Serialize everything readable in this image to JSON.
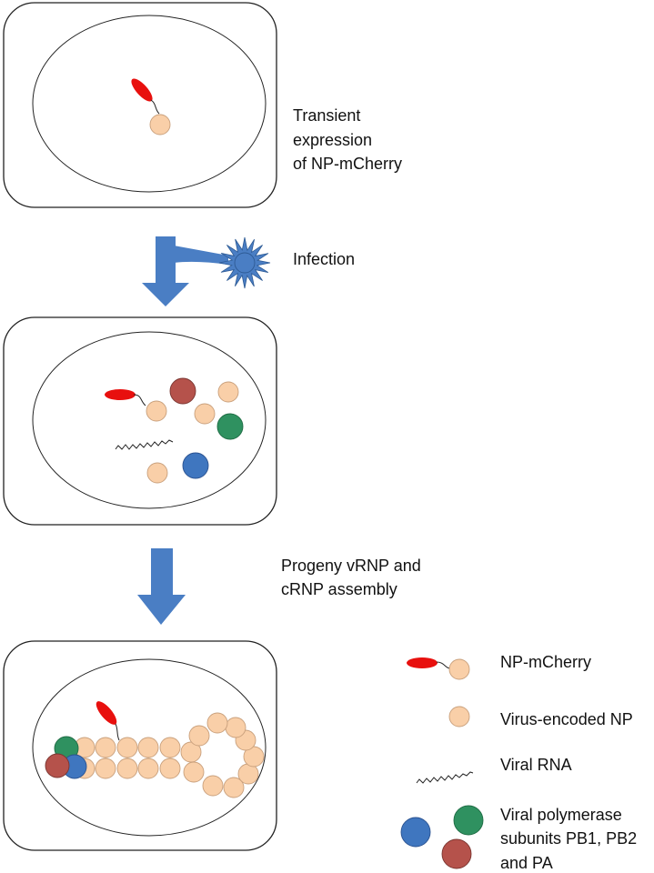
{
  "steps": {
    "transient": [
      "Transient",
      "expression",
      "of NP-mCherry"
    ],
    "infection": "Infection",
    "assembly": [
      "Progeny vRNP and",
      "cRNP assembly"
    ]
  },
  "legend": {
    "np_mcherry": "NP-mCherry",
    "virus_np": "Virus-encoded NP",
    "viral_rna": "Viral RNA",
    "polymerase": [
      "Viral polymerase",
      "subunits PB1, PB2",
      "and PA"
    ]
  },
  "colors": {
    "mcherry": "#e8100e",
    "np": "#f9cfa8",
    "arrow": "#4a7ec4",
    "pb1": "#3f76bf",
    "pb2": "#2f9160",
    "pa": "#b5524b"
  }
}
